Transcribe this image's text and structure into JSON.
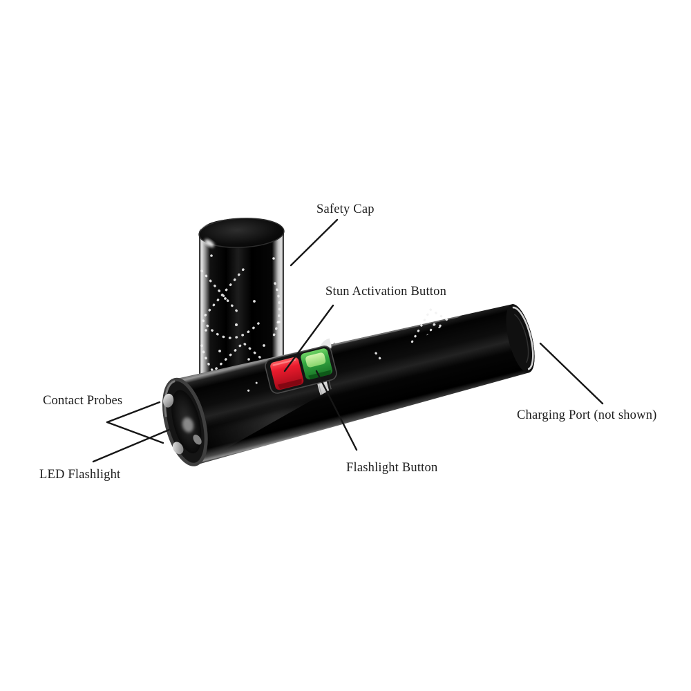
{
  "diagram": {
    "labels": {
      "safety_cap": "Safety Cap",
      "stun_activation_button": "Stun Activation Button",
      "contact_probes": "Contact Probes",
      "led_flashlight": "LED Flashlight",
      "flashlight_button": "Flashlight Button",
      "charging_port": "Charging Port (not shown)"
    },
    "colors": {
      "background": "#ffffff",
      "label_text": "#1c1c1c",
      "leader_line": "#161616",
      "body_black": "#070707",
      "stun_button_red": "#e31b2d",
      "flashlight_button_green": "#3aa947",
      "ring_silver": "#e9e9e9",
      "sparkle_dots": "#f2f2f2"
    }
  }
}
